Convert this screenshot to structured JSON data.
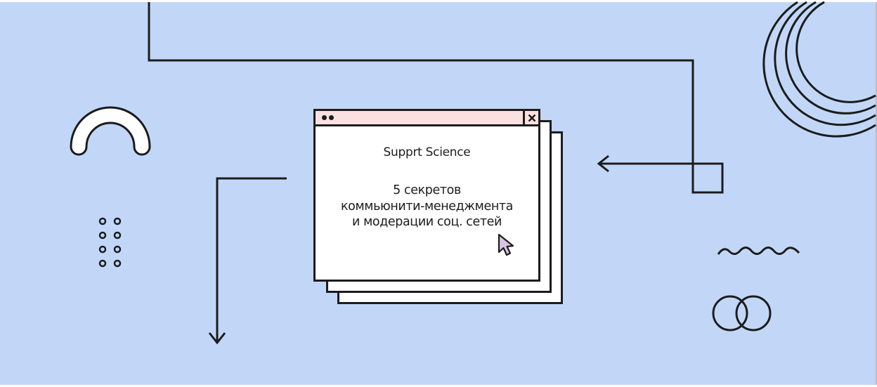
{
  "card": {
    "brand": "Supprt Science",
    "headline_lines": [
      "5 секретов",
      "коммьюнити-менеджмента",
      "и модерации соц. сетей"
    ]
  },
  "icons": {
    "window_controls": "window-dots-icon",
    "close": "close-icon",
    "pointer": "mouse-pointer-icon"
  },
  "colors": {
    "background": "#c2d7f8",
    "stroke": "#1c1c1c",
    "titlebar": "#fbe0e2",
    "pointer": "#d8c2e6",
    "card": "#ffffff"
  }
}
